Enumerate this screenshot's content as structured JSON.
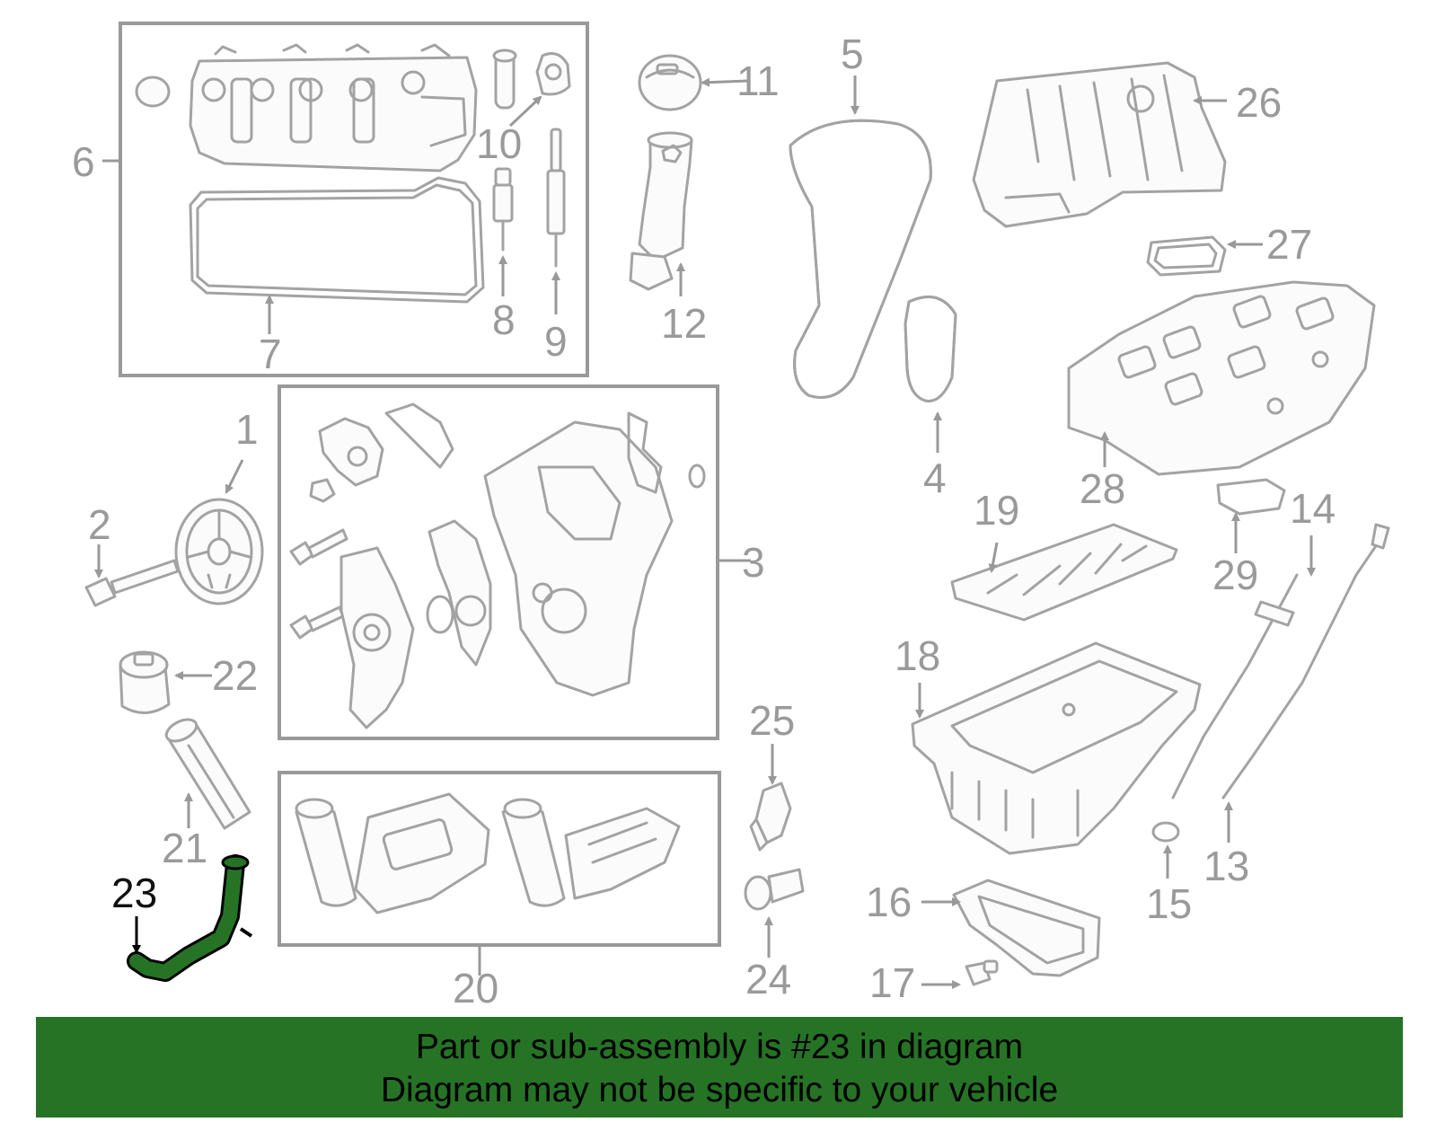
{
  "diagram": {
    "labels": {
      "p1": "1",
      "p2": "2",
      "p3": "3",
      "p4": "4",
      "p5": "5",
      "p6": "6",
      "p7": "7",
      "p8": "8",
      "p9": "9",
      "p10": "10",
      "p11": "11",
      "p12": "12",
      "p13": "13",
      "p14": "14",
      "p15": "15",
      "p16": "16",
      "p17": "17",
      "p18": "18",
      "p19": "19",
      "p20": "20",
      "p21": "21",
      "p22": "22",
      "p23": "23",
      "p24": "24",
      "p25": "25",
      "p26": "26",
      "p27": "27",
      "p28": "28",
      "p29": "29"
    },
    "highlighted_part": "23",
    "colors": {
      "highlight": "#267326",
      "parts": "#a3a3a3",
      "banner": "#267326"
    }
  },
  "banner": {
    "line1": "Part or sub-assembly is #23 in diagram",
    "line2": "Diagram may not be specific to your vehicle"
  }
}
